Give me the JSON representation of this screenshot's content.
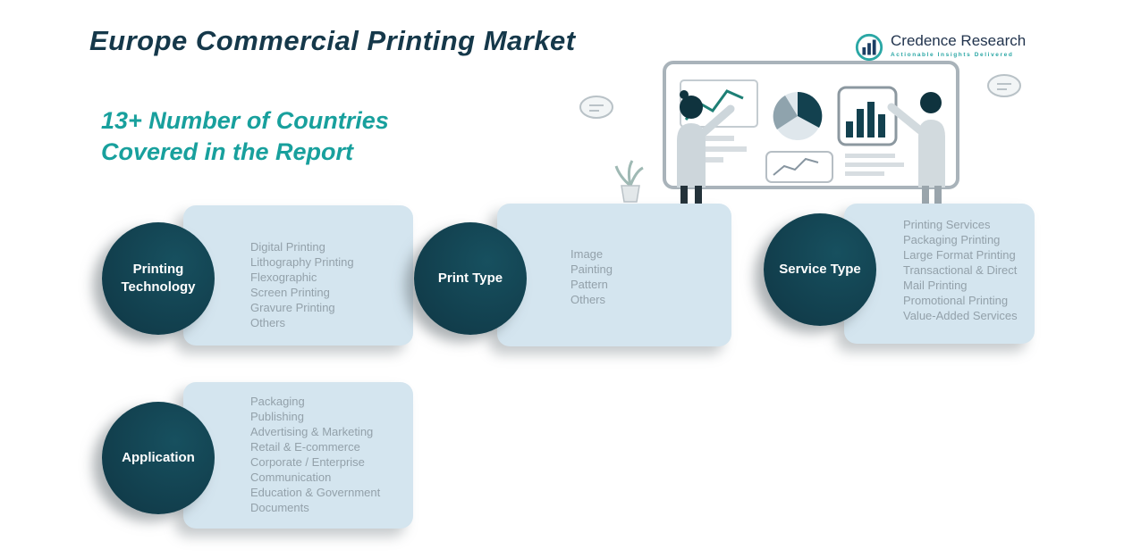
{
  "header": {
    "title": "Europe Commercial Printing Market",
    "subtitle": [
      "13+ Number of Countries",
      "Covered in the Report"
    ],
    "logo": {
      "name": "Credence Research",
      "tagline": "Actionable Insights Delivered"
    }
  },
  "colors": {
    "dark_teal": "#113B49",
    "teal_accent": "#18A09D",
    "panel_blue": "#D4E5EF",
    "item_gray": "#93A1AA"
  },
  "segments": [
    {
      "label": "Printing Technology",
      "items": [
        "Digital Printing",
        "Lithography Printing",
        "Flexographic",
        "Screen Printing",
        "Gravure Printing",
        "Others"
      ]
    },
    {
      "label": "Print Type",
      "items": [
        "Image",
        "Painting",
        "Pattern",
        "Others"
      ]
    },
    {
      "label": "Service Type",
      "items": [
        "Printing Services",
        "Packaging Printing",
        "Large Format Printing",
        "Transactional & Direct Mail Printing",
        "Promotional Printing",
        "Value-Added Services"
      ]
    },
    {
      "label": "Application",
      "items": [
        "Packaging",
        "Publishing",
        "Advertising & Marketing",
        "Retail & E-commerce",
        "Corporate / Enterprise Communication",
        "Education & Government Documents"
      ]
    }
  ]
}
